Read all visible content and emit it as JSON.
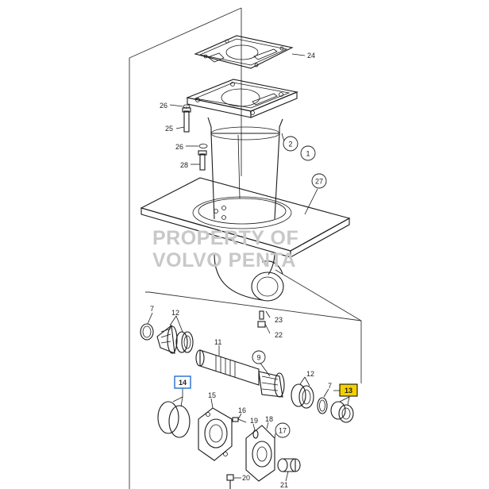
{
  "watermark": {
    "line1": "PROPERTY OF",
    "line2": "VOLVO PENTA"
  },
  "labels": {
    "p24": "24",
    "p26a": "26",
    "p25": "25",
    "p2": "2",
    "p1": "1",
    "p26b": "26",
    "p28": "28",
    "p27": "27",
    "p7a": "7",
    "p12a": "12",
    "p23": "23",
    "p22": "22",
    "p11": "11",
    "p9": "9",
    "p12b": "12",
    "p7b": "7",
    "p13": "13",
    "p14": "14",
    "p15": "15",
    "p16": "16",
    "p19": "19",
    "p18": "18",
    "p17": "17",
    "p20": "20",
    "p21": "21"
  },
  "highlights": {
    "p13": {
      "fill": "#f5d000",
      "stroke": "#000000"
    },
    "p14": {
      "fill": "#ffffff",
      "stroke": "#1f6fd1"
    }
  }
}
